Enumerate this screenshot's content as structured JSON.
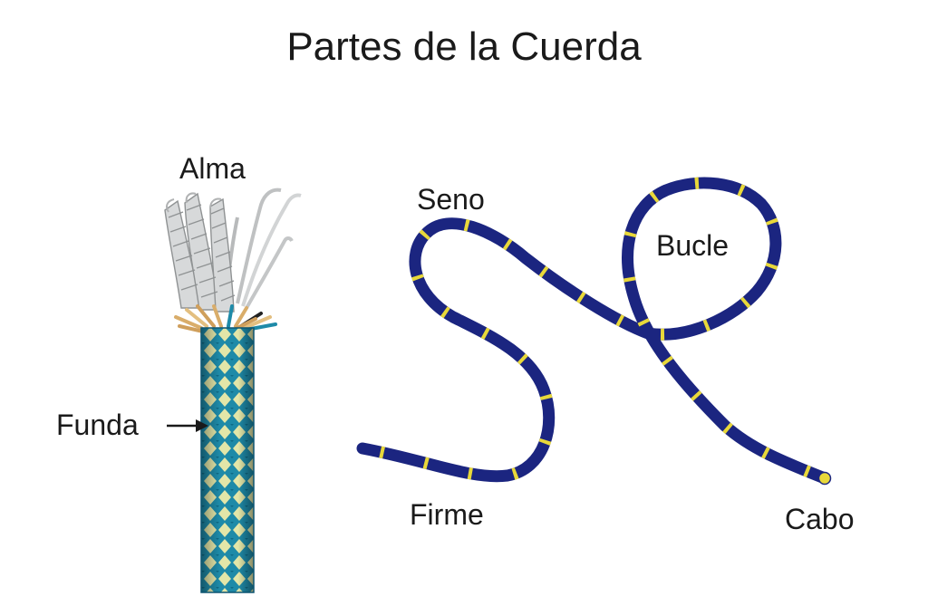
{
  "title": "Partes de la Cuerda",
  "labels": {
    "alma": "Alma",
    "funda": "Funda",
    "seno": "Seno",
    "bucle": "Bucle",
    "firme": "Firme",
    "cabo": "Cabo"
  },
  "colors": {
    "rope_blue": "#1b2580",
    "rope_yellow_marks": "#e8d83a",
    "sheath_teal": "#1e8aa8",
    "sheath_pattern": "#e3e6a8",
    "core_grey": "#c9cbcc",
    "strand_tan": "#d9ad6a",
    "text": "#1a1a1a"
  }
}
